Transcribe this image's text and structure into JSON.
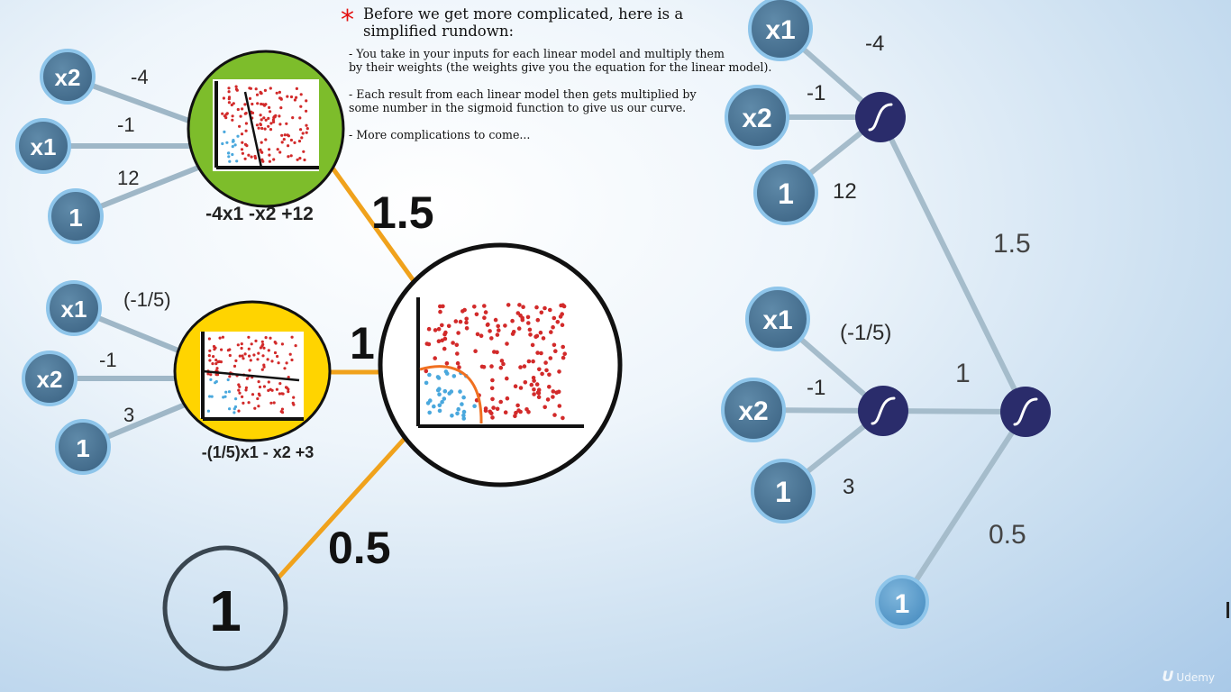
{
  "note": {
    "title": "Before we get more complicated, here is a simplified rundown:",
    "bullet_1": "- You take in your inputs for each linear model and multiply them by their weights (the weights give you the equation for the linear model).",
    "bullet_1_line1": "- You take in your inputs for each linear model and multiply them",
    "bullet_1_line2": "by their weights (the weights give you the equation for the linear model).",
    "bullet_2_line1": "- Each result from each linear model then gets multiplied by",
    "bullet_2_line2": "some number in the sigmoid function to give us our curve.",
    "bullet_3": "- More complications to come..."
  },
  "left_diagram": {
    "model_1": {
      "inputs": [
        "x2",
        "x1",
        "1"
      ],
      "weights": [
        "-4",
        "-1",
        "12"
      ],
      "equation": "-4x1 -x2 +12",
      "fill_color": "#7dbd2b"
    },
    "model_2": {
      "inputs": [
        "x1",
        "x2",
        "1"
      ],
      "weights": [
        "(-1/5)",
        "-1",
        "3"
      ],
      "equation": "-(1/5)x1 - x2 +3",
      "fill_color": "#ffd400"
    },
    "output_weights": [
      "1.5",
      "1",
      "0.5"
    ],
    "bias_node": "1",
    "edge_color": "#f0a21c"
  },
  "right_diagram": {
    "top_inputs": [
      "x1",
      "x2",
      "1"
    ],
    "top_weights": [
      "-4",
      "-1",
      "12"
    ],
    "bottom_inputs": [
      "x1",
      "x2",
      "1"
    ],
    "bottom_weights": [
      "(-1/5)",
      "-1",
      "3"
    ],
    "output_weights": [
      "1.5",
      "1",
      "0.5"
    ],
    "bias_node": "1",
    "node_color": "#4a7394",
    "sigmoid_color": "#2a2c6b"
  },
  "watermark": "Udemy"
}
